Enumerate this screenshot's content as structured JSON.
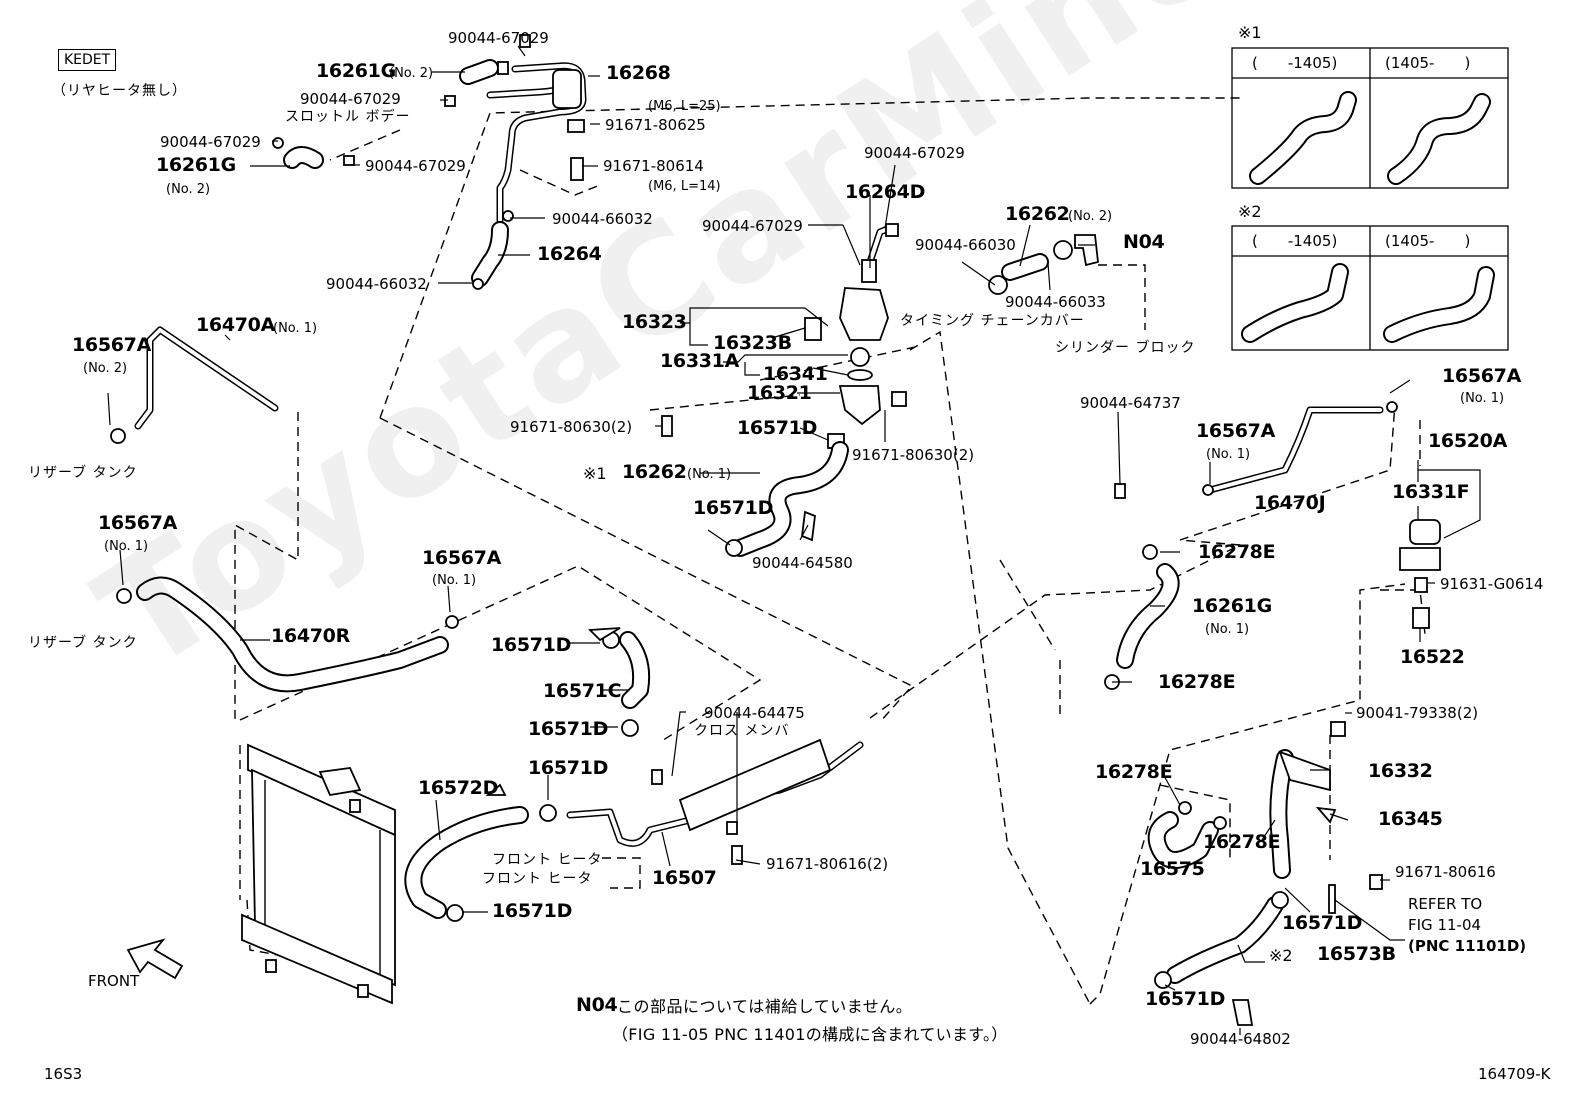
{
  "watermark": "ToyotaCarMine.ru",
  "header": {
    "variant_code": "KEDET",
    "variant_note": "（リヤヒータ無し）"
  },
  "footer": {
    "page_code": "16S3",
    "figure_code": "164709-K"
  },
  "notes": {
    "n04_code": "N04",
    "n04_line1": "この部品については補給していません。",
    "n04_line2": "（FIG 11-05 PNC 11401の構成に含まれています。）"
  },
  "insets": [
    {
      "mark": "※1",
      "col1": "(　　-1405)",
      "col2": "(1405-　　)"
    },
    {
      "mark": "※2",
      "col1": "(　　-1405)",
      "col2": "(1405-　　)"
    }
  ],
  "labels": {
    "p_90044_67029_a": "90044-67029",
    "p_16261g_a": "16261G",
    "p_16261g_a_note": "(No. 2)",
    "p_16268": "16268",
    "p_90044_67029_b": "90044-67029",
    "jp_throttle_body": "スロットル ボデー",
    "p_m6_l25": "(M6, L=25)",
    "p_91671_80625": "91671-80625",
    "p_90044_67029_c": "90044-67029",
    "p_16261g_b": "16261G",
    "p_16261g_b_note": "(No. 2)",
    "p_90044_67029_d": "90044-67029",
    "p_91671_80614": "91671-80614",
    "p_m6_l14": "(M6, L=14)",
    "p_90044_66032_a": "90044-66032",
    "p_16264": "16264",
    "p_90044_66032_b": "90044-66032",
    "p_90044_67029_e": "90044-67029",
    "p_16264d": "16264D",
    "p_90044_67029_f": "90044-67029",
    "p_16262_no2": "16262",
    "p_16262_no2_note": "(No. 2)",
    "p_90044_66030": "90044-66030",
    "p_n04": "N04",
    "p_90044_66033": "90044-66033",
    "jp_timing_chain_cover": "タイミング チェーンカバー",
    "jp_cylinder_block": "シリンダー ブロック",
    "p_16323": "16323",
    "p_16323b": "16323B",
    "p_16331a": "16331A",
    "p_16341": "16341",
    "p_16321": "16321",
    "p_91671_80630_a": "91671-80630(2)",
    "p_16571d_a": "16571D",
    "p_91671_80630_b": "91671-80630(2)",
    "p_mark1": "※1",
    "p_16262_no1": "16262",
    "p_16262_no1_note": "(No. 1)",
    "p_16571d_b": "16571D",
    "p_90044_64580": "90044-64580",
    "p_16567a_no2": "16567A",
    "p_16567a_no2_note": "(No. 2)",
    "p_16470a": "16470A",
    "p_16470a_note": "(No. 1)",
    "jp_reserve_tank_a": "リザーブ タンク",
    "p_16567a_b": "16567A",
    "p_16567a_b_note": "(No. 1)",
    "jp_reserve_tank_b": "リザーブ タンク",
    "p_16470r": "16470R",
    "p_16567a_c": "16567A",
    "p_16567a_c_note": "(No. 1)",
    "p_16571d_c": "16571D",
    "p_16571c": "16571C",
    "p_16571d_d": "16571D",
    "p_16571d_e": "16571D",
    "p_16572d": "16572D",
    "p_16571d_f": "16571D",
    "p_90044_64475": "90044-64475",
    "jp_cross_member": "クロス メンバ",
    "jp_front_heater_a": "フロント ヒータ",
    "jp_front_heater_b": "フロント ヒータ",
    "p_16507": "16507",
    "p_91671_80616_2": "91671-80616(2)",
    "p_front": "FRONT",
    "p_90044_64737": "90044-64737",
    "p_16567a_d": "16567A",
    "p_16567a_d_note": "(No. 1)",
    "p_16470j": "16470J",
    "p_16567a_e": "16567A",
    "p_16567a_e_note": "(No. 1)",
    "p_16520a": "16520A",
    "p_16331f": "16331F",
    "p_16278e_a": "16278E",
    "p_16261g_no1": "16261G",
    "p_16261g_no1_note": "(No. 1)",
    "p_91631_g0614": "91631-G0614",
    "p_16522": "16522",
    "p_16278e_b": "16278E",
    "p_90041_79338": "90041-79338(2)",
    "p_16278e_c": "16278E",
    "p_16332": "16332",
    "p_16345": "16345",
    "p_16278e_d": "16278E",
    "p_16575": "16575",
    "p_91671_80616": "91671-80616",
    "p_refer_1": "REFER TO",
    "p_refer_2": "FIG 11-04",
    "p_refer_3": "(PNC 11101D)",
    "p_16571d_g": "16571D",
    "p_mark2": "※2",
    "p_16573b": "16573B",
    "p_16571d_h": "16571D",
    "p_90044_64802": "90044-64802"
  }
}
